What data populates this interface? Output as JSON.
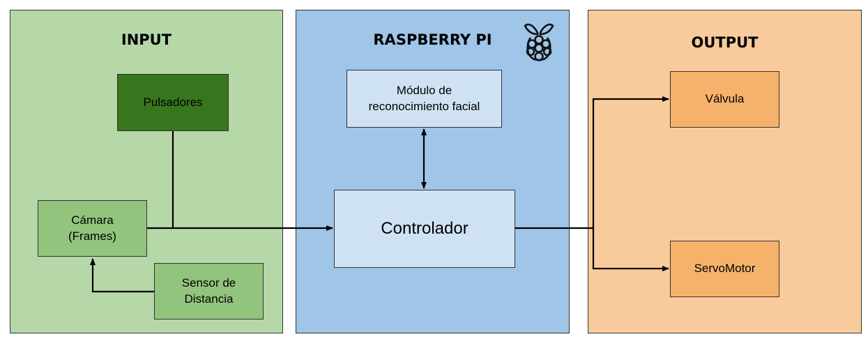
{
  "panels": {
    "input": {
      "title": "INPUT",
      "color": "#b6d7a8"
    },
    "raspberry": {
      "title": "RASPBERRY PI",
      "color": "#9fc5e8",
      "logo_icon": "raspberry-pi-icon"
    },
    "output": {
      "title": "OUTPUT",
      "color": "#f9cb9c"
    }
  },
  "nodes": {
    "pulsadores": {
      "label": "Pulsadores",
      "color": "#38761d"
    },
    "camara": {
      "label": "Cámara\n(Frames)",
      "color": "#93c47d"
    },
    "sensor": {
      "label": "Sensor de\nDistancia",
      "color": "#93c47d"
    },
    "modulo": {
      "label": "Módulo de\nreconocimiento facial",
      "color": "#cfe2f3"
    },
    "controlador": {
      "label": "Controlador",
      "color": "#cfe2f3"
    },
    "valvula": {
      "label": "Válvula",
      "color": "#f6b26b"
    },
    "servomotor": {
      "label": "ServoMotor",
      "color": "#f6b26b"
    }
  },
  "connections": [
    {
      "from": "sensor",
      "to": "camara"
    },
    {
      "from": "pulsadores",
      "to": "controlador"
    },
    {
      "from": "camara",
      "to": "controlador"
    },
    {
      "from": "modulo",
      "to": "controlador",
      "bidirectional": true
    },
    {
      "from": "controlador",
      "to": "valvula"
    },
    {
      "from": "controlador",
      "to": "servomotor"
    }
  ]
}
